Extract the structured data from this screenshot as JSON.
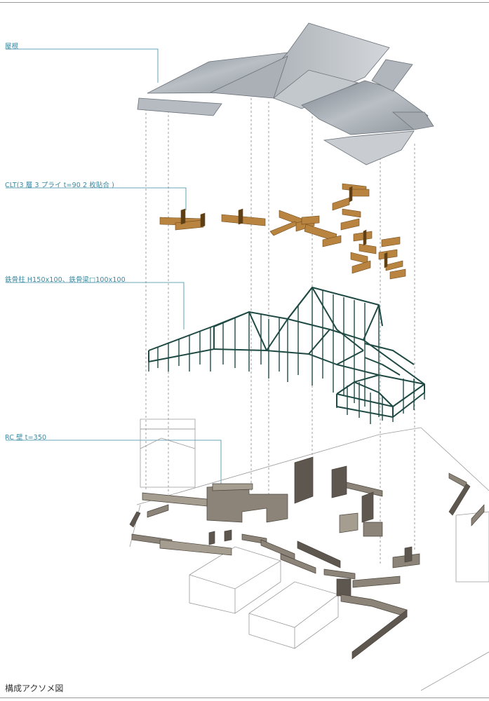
{
  "labels": {
    "roof": "屋根",
    "clt": "CLT(3 層 3 プライ t=90 2 枚貼合 )",
    "steel": "鉄骨柱 H150x100、鉄骨梁□100x100",
    "rc": "RC 壁 t=350"
  },
  "caption": "構成アクソメ図",
  "colors": {
    "leader": "#3a8aa3",
    "roof": "#9aa1a8",
    "clt": "#b8843f",
    "steel": "#1f4a44",
    "rc_wall": "#8c8478",
    "outline": "#9a9a9a"
  }
}
